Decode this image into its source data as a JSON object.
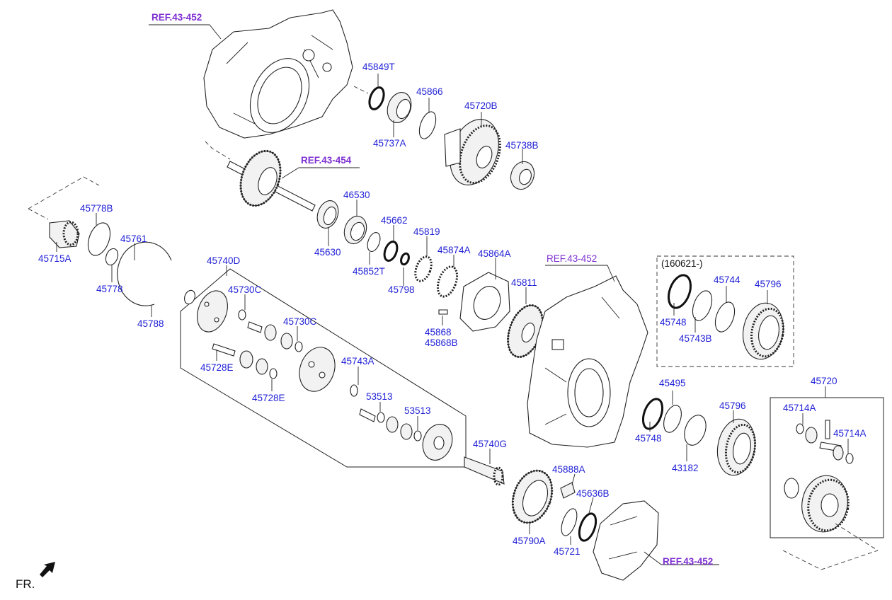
{
  "references": {
    "ref_top": "REF.43-452",
    "ref_shaft": "REF.43-454",
    "ref_case_right": "REF.43-452",
    "ref_cover_bottom": "REF.43-452"
  },
  "notes": {
    "date_range": "(160621-)",
    "front": "FR."
  },
  "parts": {
    "p45849T": "45849T",
    "p45866": "45866",
    "p45720B": "45720B",
    "p45737A": "45737A",
    "p45738B": "45738B",
    "p46530": "46530",
    "p45662": "45662",
    "p45819": "45819",
    "p45630": "45630",
    "p45852T": "45852T",
    "p45798": "45798",
    "p45874A": "45874A",
    "p45864A": "45864A",
    "p45811": "45811",
    "p45868": "45868",
    "p45868B": "45868B",
    "p45778B": "45778B",
    "p45761": "45761",
    "p45715A": "45715A",
    "p45778": "45778",
    "p45788": "45788",
    "p45740D": "45740D",
    "p45730C_1": "45730C",
    "p45730C_2": "45730C",
    "p45728E_1": "45728E",
    "p45728E_2": "45728E",
    "p45743A": "45743A",
    "p53513_1": "53513",
    "p53513_2": "53513",
    "p45740G": "45740G",
    "p45888A": "45888A",
    "p45636B": "45636B",
    "p45790A": "45790A",
    "p45721": "45721",
    "p45748_1": "45748",
    "p45743B": "45743B",
    "p45744": "45744",
    "p45796_1": "45796",
    "p45495": "45495",
    "p45748_2": "45748",
    "p43182": "43182",
    "p45796_2": "45796",
    "p45720": "45720",
    "p45714A_1": "45714A",
    "p45714A_2": "45714A"
  },
  "colors": {
    "part_label": "#1f1fd6",
    "reference_label": "#7e2fd1",
    "line": "#222222"
  }
}
